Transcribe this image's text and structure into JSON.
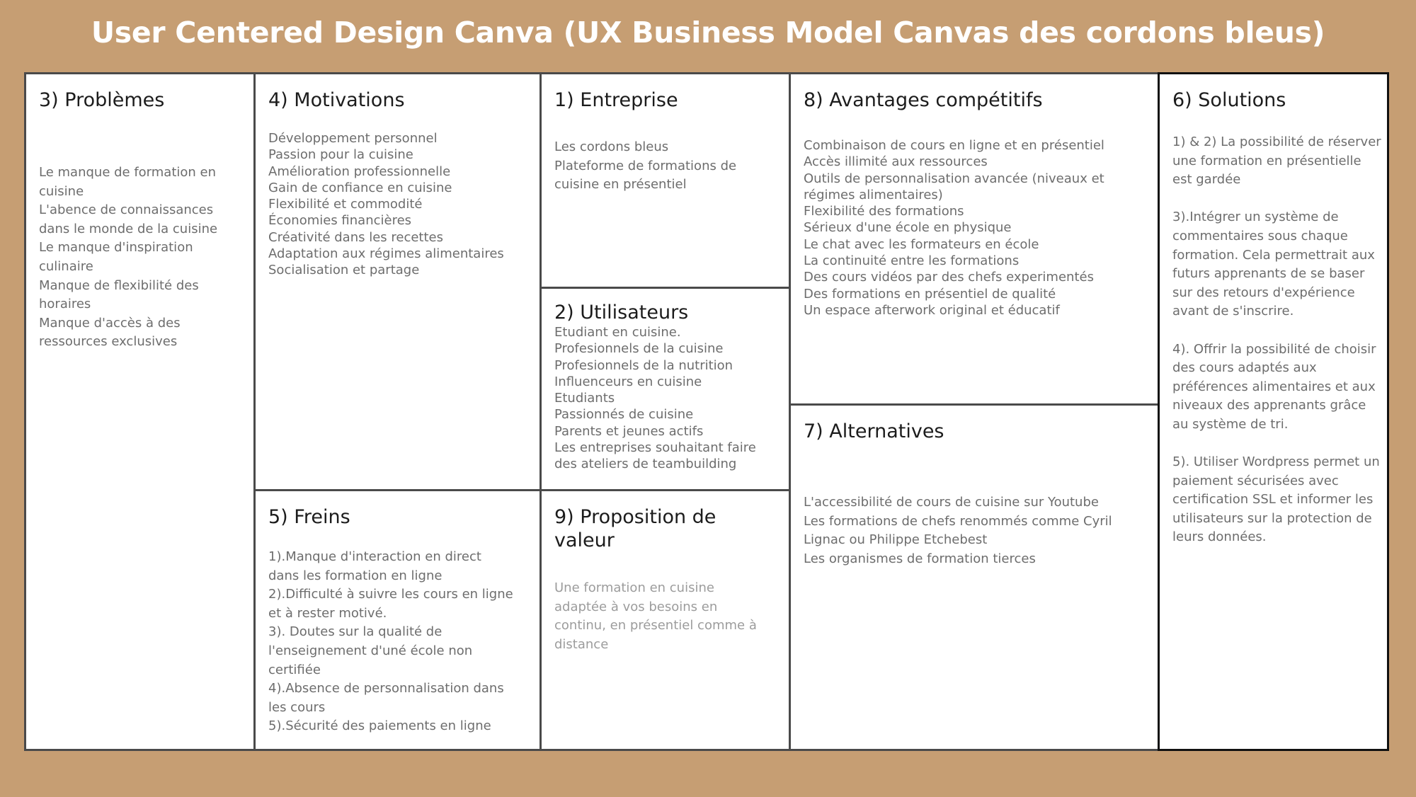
{
  "title": "User Centered Design Canva (UX Business Model Canvas des cordons bleus)",
  "colors": {
    "background": "#c69e73",
    "cell_background": "#ffffff",
    "border": "#4a4a4a",
    "heading_text": "#1c1c1c",
    "body_text": "#6d6d6d",
    "light_text": "#9c9c9c"
  },
  "cells": {
    "problemes": {
      "heading": "3) Problèmes",
      "lines": [
        "Le manque de formation en",
        "cuisine",
        "L'abence de connaissances",
        "dans le monde de la cuisine",
        "Le manque d'inspiration",
        "culinaire",
        "Manque de flexibilité des",
        "horaires",
        "Manque d'accès à des",
        "ressources exclusives"
      ]
    },
    "motivations": {
      "heading": "4) Motivations",
      "lines": [
        "Développement personnel",
        "Passion pour la cuisine",
        "Amélioration professionnelle",
        "Gain de confiance en cuisine",
        "Flexibilité et commodité",
        "Économies financières",
        "Créativité dans les recettes",
        "Adaptation aux régimes alimentaires",
        "Socialisation et partage"
      ]
    },
    "freins": {
      "heading": "5) Freins",
      "lines": [
        "1).Manque d'interaction en direct",
        "dans les formation en ligne",
        "2).Difficulté à suivre les cours en ligne",
        "et à rester motivé.",
        "3). Doutes sur la qualité de",
        "l'enseignement d'uné école non",
        "certifiée",
        "4).Absence de personnalisation dans",
        "les cours",
        "5).Sécurité des paiements en ligne"
      ]
    },
    "entreprise": {
      "heading": "1) Entreprise",
      "lines": [
        "Les cordons bleus",
        "Plateforme de formations de",
        "cuisine en présentiel"
      ]
    },
    "utilisateurs": {
      "heading": "2) Utilisateurs",
      "lines": [
        "Etudiant en cuisine.",
        "Profesionnels de la cuisine",
        "Profesionnels de la nutrition",
        "Influenceurs en cuisine",
        "Etudiants",
        "Passionnés de cuisine",
        "Parents et jeunes actifs",
        "Les entreprises souhaitant faire",
        "des ateliers de teambuilding"
      ]
    },
    "proposition": {
      "heading": "9) Proposition de valeur",
      "lines": [
        "Une formation en cuisine",
        "adaptée à vos besoins en",
        "continu, en présentiel comme à",
        "distance"
      ]
    },
    "avantages": {
      "heading": "8) Avantages compétitifs",
      "lines": [
        "Combinaison de cours en ligne et en présentiel",
        "Accès illimité aux ressources",
        "Outils de personnalisation avancée (niveaux et",
        "régimes alimentaires)",
        "Flexibilité des formations",
        "Sérieux d'une école en physique",
        "Le chat avec les formateurs en école",
        "La continuité entre les formations",
        "Des cours vidéos par des chefs experimentés",
        "Des formations en présentiel de qualité",
        "Un espace afterwork original  et éducatif"
      ]
    },
    "alternatives": {
      "heading": "7) Alternatives",
      "lines": [
        "L'accessibilité de cours de cuisine sur Youtube",
        "Les formations de chefs renommés comme Cyril",
        "Lignac ou Philippe Etchebest",
        "Les organismes de formation tierces"
      ]
    },
    "solutions": {
      "heading": "6) Solutions",
      "paragraphs": [
        "1) & 2) La possibilité de réserver une formation en présentielle est gardée",
        "3).Intégrer un système de commentaires sous chaque formation. Cela permettrait aux futurs apprenants de se baser sur des retours d'expérience avant de s'inscrire.",
        "4). Offrir la possibilité de choisir des cours adaptés aux préférences alimentaires et aux niveaux des apprenants grâce au système de tri.",
        "5). Utiliser Wordpress permet un  paiement sécurisées avec certification SSL et informer les utilisateurs sur la protection de leurs données."
      ]
    }
  }
}
